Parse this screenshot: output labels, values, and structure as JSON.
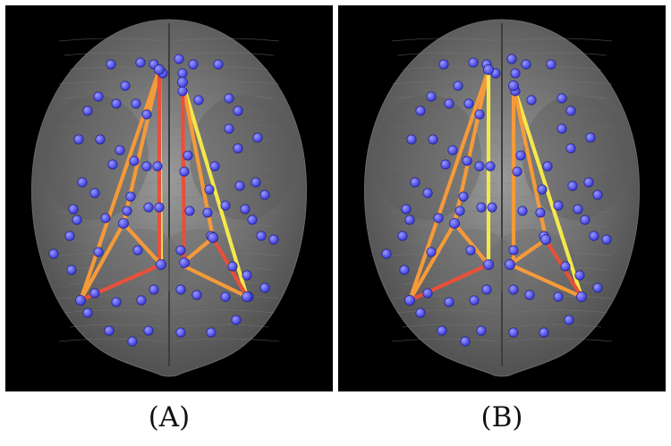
{
  "panels": [
    {
      "id": "A",
      "caption": "(A)"
    },
    {
      "id": "B",
      "caption": "(B)"
    }
  ],
  "colors": {
    "background": "#000000",
    "brain_light": "#9a9a9a",
    "brain_dark": "#4a4a4a",
    "node": "#3a3ad8",
    "edge_yellow": "#f4e84a",
    "edge_orange": "#f59a3a",
    "edge_red": "#e8503a"
  }
}
